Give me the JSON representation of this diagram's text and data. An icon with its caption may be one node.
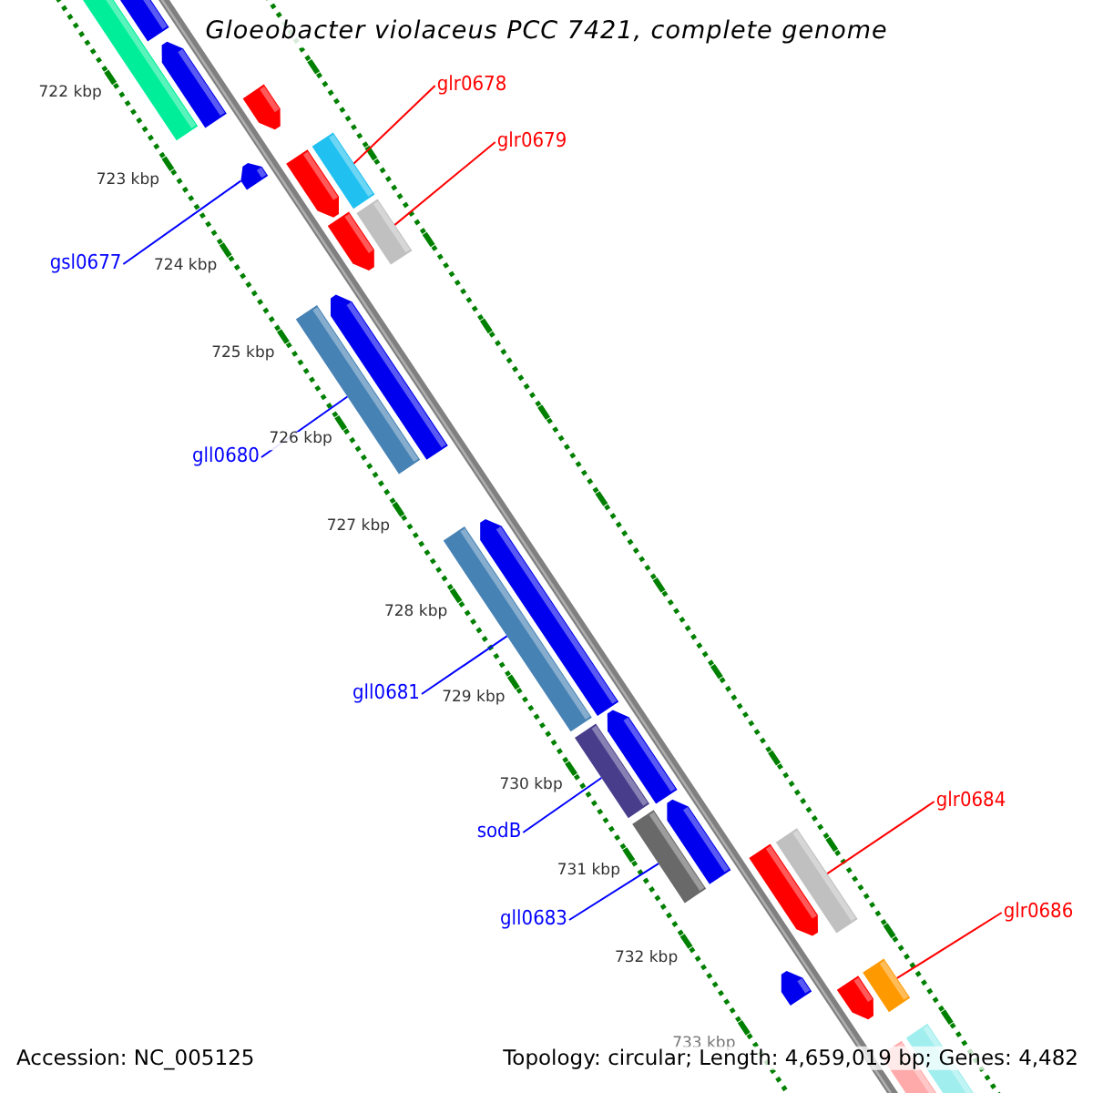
{
  "diagram": {
    "title": "Gloeobacter violaceus PCC 7421, complete genome",
    "nodes": [
      {
        "text": [
          "glr0678"
        ]
      },
      {
        "text": [],
        "shape": "bar"
      },
      {
        "text": [
          "glr0679"
        ]
      },
      {
        "text": [],
        "shape": "bar"
      },
      {
        "text": [
          "gsl0677"
        ]
      },
      {
        "text": [],
        "shape": "bar"
      },
      {
        "text": [
          "gll0680"
        ]
      },
      {
        "text": [],
        "shape": "bar"
      },
      {
        "text": [
          "gll0681"
        ]
      },
      {
        "text": [],
        "shape": "bar"
      },
      {
        "text": [
          "sodB"
        ]
      },
      {
        "text": [],
        "shape": "bar"
      },
      {
        "text": [
          "gll0683"
        ]
      },
      {
        "text": [],
        "shape": "bar"
      },
      {
        "text": [
          "glr0684"
        ]
      },
      {
        "text": [],
        "shape": "bar"
      },
      {
        "text": [
          "glr0686"
        ]
      },
      {
        "text": [],
        "shape": "bar"
      }
    ],
    "edges": [
      {
        "from": 0,
        "to": 1,
        "arrow": "none",
        "color": "#ff0000"
      },
      {
        "from": 2,
        "to": 3,
        "arrow": "none",
        "color": "#ff0000"
      },
      {
        "from": 4,
        "to": 5,
        "arrow": "none"
      },
      {
        "from": 6,
        "to": 7,
        "arrow": "none"
      },
      {
        "from": 8,
        "to": 9,
        "arrow": "none"
      },
      {
        "from": 10,
        "to": 11,
        "arrow": "none"
      },
      {
        "from": 12,
        "to": 13,
        "arrow": "none"
      },
      {
        "from": 14,
        "to": 15,
        "arrow": "none",
        "color": "#ff0000"
      },
      {
        "from": 16,
        "to": 17,
        "arrow": "none",
        "color": "#ff0000"
      }
    ],
    "labels": [
      "722 kbp",
      "723 kbp",
      "724 kbp",
      "725 kbp",
      "726 kbp",
      "727 kbp",
      "728 kbp",
      "729 kbp",
      "730 kbp",
      "731 kbp",
      "732 kbp",
      "733 kbp",
      "Accession: NC_005125",
      "Topology: circular; Length: 4,659,019 bp; Genes: 4,482"
    ]
  }
}
